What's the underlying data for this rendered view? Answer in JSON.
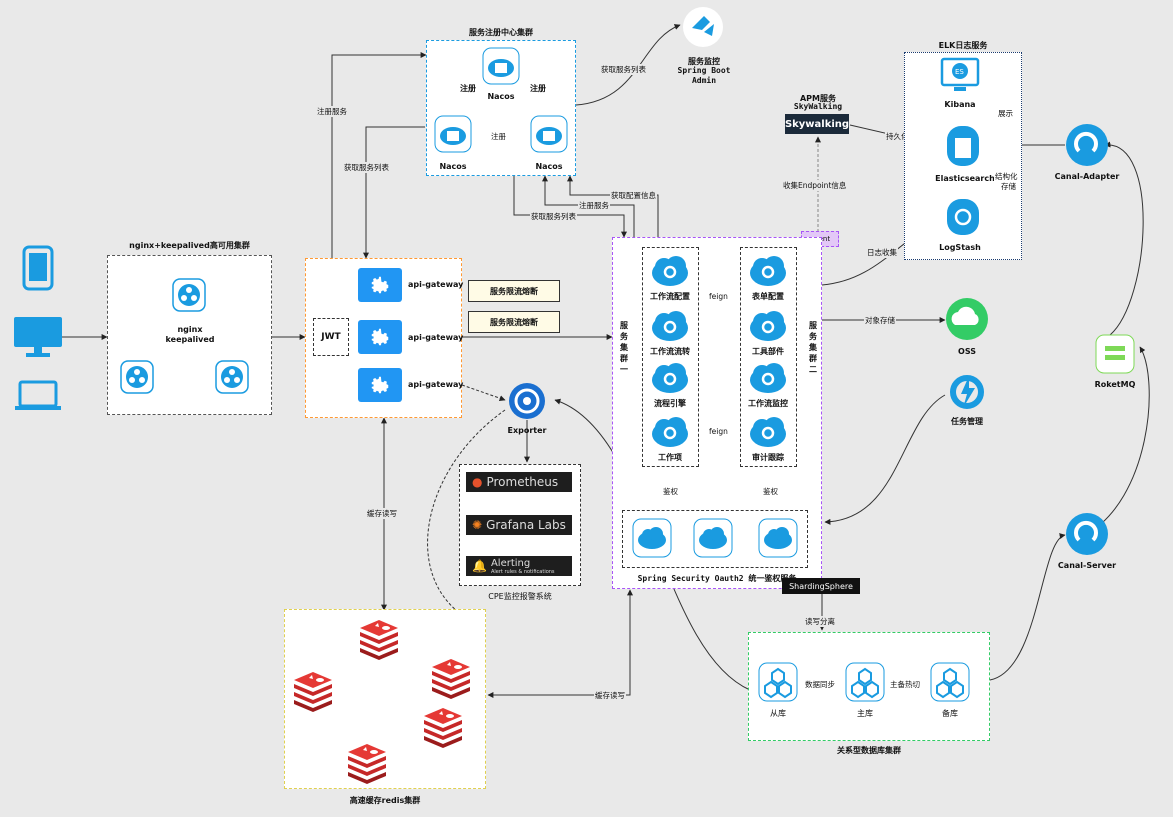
{
  "colors": {
    "blue": "#1a9be0",
    "green": "#33cc66",
    "orange": "#ff9933",
    "purple": "#a855f7",
    "redis": "#c62828"
  },
  "clients": {
    "icons": [
      "phone-icon",
      "monitor-icon",
      "laptop-icon"
    ]
  },
  "nginx": {
    "title": "nginx+keepalived高可用集群",
    "center_label_1": "nginx",
    "center_label_2": "keepalived"
  },
  "gateway": {
    "jwt": "JWT",
    "nodes": [
      "api-gateway",
      "api-gateway",
      "api-gateway"
    ],
    "limiters": [
      "服务限流熔断",
      "服务限流熔断"
    ]
  },
  "registry": {
    "title": "服务注册中心集群",
    "node": "Nacos",
    "edge_register": "注册",
    "edge_register_mid": "注册"
  },
  "monitor": {
    "l1": "服务监控",
    "l2": "Spring Boot",
    "l3": "Admin",
    "edge": "获取服务列表"
  },
  "apm": {
    "l1": "APM服务",
    "l2": "SkyWalking",
    "logo": "Skywalking",
    "edge_persist": "持久化",
    "edge_collect": "收集Endpoint信息",
    "agent": "agent"
  },
  "elk": {
    "title": "ELK日志服务",
    "kibana": "Kibana",
    "es": "Elasticsearch",
    "logstash": "LogStash",
    "edge_show": "展示",
    "edge_struct_1": "结构化",
    "edge_struct_2": "存储",
    "edge_log": "日志收集"
  },
  "links": {
    "register_service": "注册服务",
    "get_service_list": "获取服务列表",
    "get_config": "获取配置信息",
    "register_service2": "注册服务",
    "get_service_list2": "获取服务列表",
    "cache_rw": "缓存读写",
    "cache_rw2": "缓存读写",
    "object_store": "对象存储",
    "feign": "feign",
    "auth": "鉴权",
    "read_write_split": "读写分离",
    "data_sync": "数据同步",
    "master_switch": "主备热切"
  },
  "services": {
    "cluster1": "服务集群一",
    "cluster2": "服务集群二",
    "left": [
      "工作流配置",
      "工作流流转",
      "流程引擎",
      "工作项"
    ],
    "right": [
      "表单配置",
      "工具部件",
      "工作流监控",
      "审计跟踪"
    ],
    "auth_caption": "Spring Security Oauth2 统一鉴权服务"
  },
  "exporter": {
    "label": "Exporter"
  },
  "monitoring": {
    "prometheus": "Prometheus",
    "grafana": "Grafana Labs",
    "alerting": "Alerting",
    "alerting_sub": "Alert rules & notifications",
    "caption": "CPE监控报警系统"
  },
  "oss": {
    "label": "OSS"
  },
  "task": {
    "label": "任务管理"
  },
  "canal": {
    "adapter": "Canal-Adapter",
    "server": "Canal-Server"
  },
  "mq": {
    "label": "RoketMQ"
  },
  "sharding": {
    "logo": "ShardingSphere"
  },
  "db": {
    "title": "关系型数据库集群",
    "slave": "从库",
    "master": "主库",
    "backup": "备库"
  },
  "redis": {
    "title": "高速缓存redis集群"
  }
}
